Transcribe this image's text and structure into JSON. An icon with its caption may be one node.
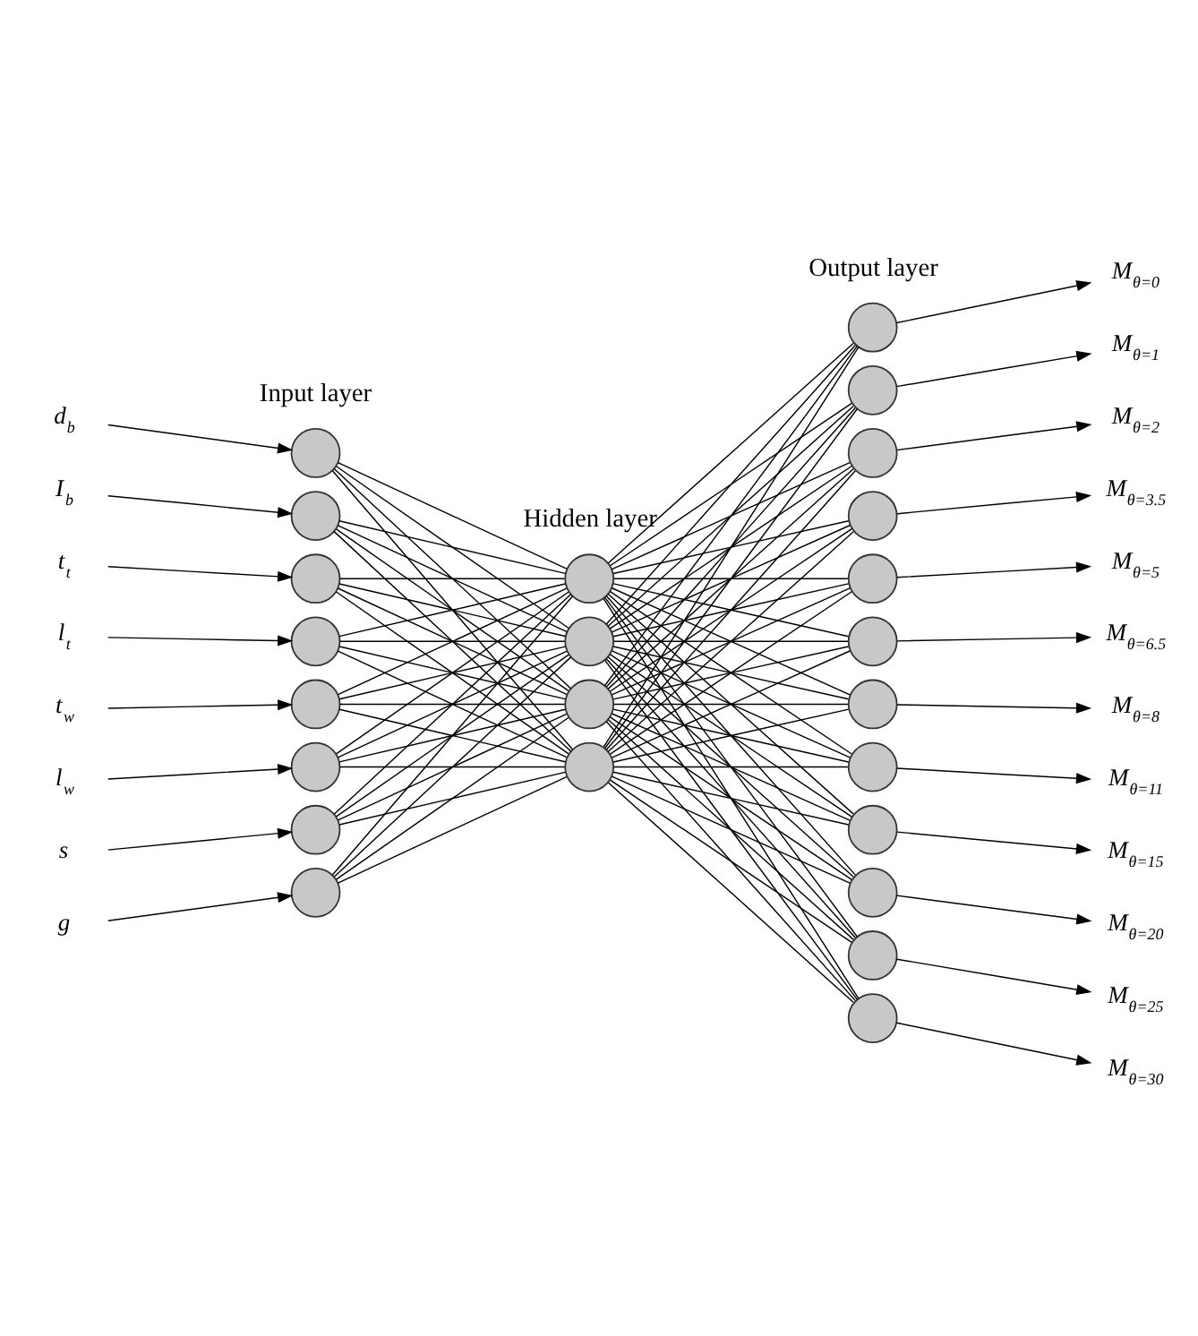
{
  "diagram": {
    "nodes": [
      {
        "text": [
          "d$_{b}$"
        ]
      },
      {
        "text": [
          "I$_{b}$"
        ]
      },
      {
        "text": [
          "t$_{t}$"
        ]
      },
      {
        "text": [
          "l$_{t}$"
        ]
      },
      {
        "text": [
          "t$_{w}$"
        ]
      },
      {
        "text": [
          "l$_{w}$"
        ]
      },
      {
        "text": [
          "s"
        ]
      },
      {
        "text": [
          "g"
        ]
      },
      {
        "text": [],
        "shape": "circle"
      },
      {
        "text": [],
        "shape": "circle"
      },
      {
        "text": [],
        "shape": "circle"
      },
      {
        "text": [],
        "shape": "circle"
      },
      {
        "text": [],
        "shape": "circle"
      },
      {
        "text": [],
        "shape": "circle"
      },
      {
        "text": [],
        "shape": "circle"
      },
      {
        "text": [],
        "shape": "circle"
      },
      {
        "text": [],
        "shape": "circle"
      },
      {
        "text": [],
        "shape": "circle"
      },
      {
        "text": [],
        "shape": "circle"
      },
      {
        "text": [],
        "shape": "circle"
      },
      {
        "text": [],
        "shape": "circle"
      },
      {
        "text": [],
        "shape": "circle"
      },
      {
        "text": [],
        "shape": "circle"
      },
      {
        "text": [],
        "shape": "circle"
      },
      {
        "text": [],
        "shape": "circle"
      },
      {
        "text": [],
        "shape": "circle"
      },
      {
        "text": [],
        "shape": "circle"
      },
      {
        "text": [],
        "shape": "circle"
      },
      {
        "text": [],
        "shape": "circle"
      },
      {
        "text": [],
        "shape": "circle"
      },
      {
        "text": [],
        "shape": "circle"
      },
      {
        "text": [],
        "shape": "circle"
      },
      {
        "text": [
          "M$_{θ=0}$"
        ]
      },
      {
        "text": [
          "M$_{θ=1}$"
        ]
      },
      {
        "text": [
          "M$_{θ=2}$"
        ]
      },
      {
        "text": [
          "M$_{θ=3.5}$"
        ]
      },
      {
        "text": [
          "M$_{θ=5}$"
        ]
      },
      {
        "text": [
          "M$_{θ=6.5}$"
        ]
      },
      {
        "text": [
          "M$_{θ=8}$"
        ]
      },
      {
        "text": [
          "M$_{θ=11}$"
        ]
      },
      {
        "text": [
          "M$_{θ=15}$"
        ]
      },
      {
        "text": [
          "M$_{θ=20}$"
        ]
      },
      {
        "text": [
          "M$_{θ=25}$"
        ]
      },
      {
        "text": [
          "M$_{θ=30}$"
        ]
      }
    ],
    "edges": [
      {
        "from": 0,
        "to": 8,
        "arrow": "to"
      },
      {
        "from": 1,
        "to": 9,
        "arrow": "to"
      },
      {
        "from": 2,
        "to": 10,
        "arrow": "to"
      },
      {
        "from": 3,
        "to": 11,
        "arrow": "to"
      },
      {
        "from": 4,
        "to": 12,
        "arrow": "to"
      },
      {
        "from": 5,
        "to": 13,
        "arrow": "to"
      },
      {
        "from": 6,
        "to": 14,
        "arrow": "to"
      },
      {
        "from": 7,
        "to": 15,
        "arrow": "to"
      },
      {
        "from": 8,
        "to": 16,
        "arrow": "none"
      },
      {
        "from": 8,
        "to": 17,
        "arrow": "none"
      },
      {
        "from": 8,
        "to": 18,
        "arrow": "none"
      },
      {
        "from": 8,
        "to": 19,
        "arrow": "none"
      },
      {
        "from": 9,
        "to": 16,
        "arrow": "none"
      },
      {
        "from": 9,
        "to": 17,
        "arrow": "none"
      },
      {
        "from": 9,
        "to": 18,
        "arrow": "none"
      },
      {
        "from": 9,
        "to": 19,
        "arrow": "none"
      },
      {
        "from": 10,
        "to": 16,
        "arrow": "none"
      },
      {
        "from": 10,
        "to": 17,
        "arrow": "none"
      },
      {
        "from": 10,
        "to": 18,
        "arrow": "none"
      },
      {
        "from": 10,
        "to": 19,
        "arrow": "none"
      },
      {
        "from": 11,
        "to": 16,
        "arrow": "none"
      },
      {
        "from": 11,
        "to": 17,
        "arrow": "none"
      },
      {
        "from": 11,
        "to": 18,
        "arrow": "none"
      },
      {
        "from": 11,
        "to": 19,
        "arrow": "none"
      },
      {
        "from": 12,
        "to": 16,
        "arrow": "none"
      },
      {
        "from": 12,
        "to": 17,
        "arrow": "none"
      },
      {
        "from": 12,
        "to": 18,
        "arrow": "none"
      },
      {
        "from": 12,
        "to": 19,
        "arrow": "none"
      },
      {
        "from": 13,
        "to": 16,
        "arrow": "none"
      },
      {
        "from": 13,
        "to": 17,
        "arrow": "none"
      },
      {
        "from": 13,
        "to": 18,
        "arrow": "none"
      },
      {
        "from": 13,
        "to": 19,
        "arrow": "none"
      },
      {
        "from": 14,
        "to": 16,
        "arrow": "none"
      },
      {
        "from": 14,
        "to": 17,
        "arrow": "none"
      },
      {
        "from": 14,
        "to": 18,
        "arrow": "none"
      },
      {
        "from": 14,
        "to": 19,
        "arrow": "none"
      },
      {
        "from": 15,
        "to": 16,
        "arrow": "none"
      },
      {
        "from": 15,
        "to": 17,
        "arrow": "none"
      },
      {
        "from": 15,
        "to": 18,
        "arrow": "none"
      },
      {
        "from": 15,
        "to": 19,
        "arrow": "none"
      },
      {
        "from": 16,
        "to": 20,
        "arrow": "none"
      },
      {
        "from": 16,
        "to": 21,
        "arrow": "none"
      },
      {
        "from": 16,
        "to": 22,
        "arrow": "none"
      },
      {
        "from": 16,
        "to": 23,
        "arrow": "none"
      },
      {
        "from": 16,
        "to": 24,
        "arrow": "none"
      },
      {
        "from": 16,
        "to": 25,
        "arrow": "none"
      },
      {
        "from": 16,
        "to": 26,
        "arrow": "none"
      },
      {
        "from": 16,
        "to": 27,
        "arrow": "none"
      },
      {
        "from": 16,
        "to": 28,
        "arrow": "none"
      },
      {
        "from": 16,
        "to": 29,
        "arrow": "none"
      },
      {
        "from": 16,
        "to": 30,
        "arrow": "none"
      },
      {
        "from": 16,
        "to": 31,
        "arrow": "none"
      },
      {
        "from": 17,
        "to": 20,
        "arrow": "none"
      },
      {
        "from": 17,
        "to": 21,
        "arrow": "none"
      },
      {
        "from": 17,
        "to": 22,
        "arrow": "none"
      },
      {
        "from": 17,
        "to": 23,
        "arrow": "none"
      },
      {
        "from": 17,
        "to": 24,
        "arrow": "none"
      },
      {
        "from": 17,
        "to": 25,
        "arrow": "none"
      },
      {
        "from": 17,
        "to": 26,
        "arrow": "none"
      },
      {
        "from": 17,
        "to": 27,
        "arrow": "none"
      },
      {
        "from": 17,
        "to": 28,
        "arrow": "none"
      },
      {
        "from": 17,
        "to": 29,
        "arrow": "none"
      },
      {
        "from": 17,
        "to": 30,
        "arrow": "none"
      },
      {
        "from": 17,
        "to": 31,
        "arrow": "none"
      },
      {
        "from": 18,
        "to": 20,
        "arrow": "none"
      },
      {
        "from": 18,
        "to": 21,
        "arrow": "none"
      },
      {
        "from": 18,
        "to": 22,
        "arrow": "none"
      },
      {
        "from": 18,
        "to": 23,
        "arrow": "none"
      },
      {
        "from": 18,
        "to": 24,
        "arrow": "none"
      },
      {
        "from": 18,
        "to": 25,
        "arrow": "none"
      },
      {
        "from": 18,
        "to": 26,
        "arrow": "none"
      },
      {
        "from": 18,
        "to": 27,
        "arrow": "none"
      },
      {
        "from": 18,
        "to": 28,
        "arrow": "none"
      },
      {
        "from": 18,
        "to": 29,
        "arrow": "none"
      },
      {
        "from": 18,
        "to": 30,
        "arrow": "none"
      },
      {
        "from": 18,
        "to": 31,
        "arrow": "none"
      },
      {
        "from": 19,
        "to": 20,
        "arrow": "none"
      },
      {
        "from": 19,
        "to": 21,
        "arrow": "none"
      },
      {
        "from": 19,
        "to": 22,
        "arrow": "none"
      },
      {
        "from": 19,
        "to": 23,
        "arrow": "none"
      },
      {
        "from": 19,
        "to": 24,
        "arrow": "none"
      },
      {
        "from": 19,
        "to": 25,
        "arrow": "none"
      },
      {
        "from": 19,
        "to": 26,
        "arrow": "none"
      },
      {
        "from": 19,
        "to": 27,
        "arrow": "none"
      },
      {
        "from": 19,
        "to": 28,
        "arrow": "none"
      },
      {
        "from": 19,
        "to": 29,
        "arrow": "none"
      },
      {
        "from": 19,
        "to": 30,
        "arrow": "none"
      },
      {
        "from": 19,
        "to": 31,
        "arrow": "none"
      },
      {
        "from": 20,
        "to": 32,
        "arrow": "to"
      },
      {
        "from": 21,
        "to": 33,
        "arrow": "to"
      },
      {
        "from": 22,
        "to": 34,
        "arrow": "to"
      },
      {
        "from": 23,
        "to": 35,
        "arrow": "to"
      },
      {
        "from": 24,
        "to": 36,
        "arrow": "to"
      },
      {
        "from": 25,
        "to": 37,
        "arrow": "to"
      },
      {
        "from": 26,
        "to": 38,
        "arrow": "to"
      },
      {
        "from": 27,
        "to": 39,
        "arrow": "to"
      },
      {
        "from": 28,
        "to": 40,
        "arrow": "to"
      },
      {
        "from": 29,
        "to": 41,
        "arrow": "to"
      },
      {
        "from": 30,
        "to": 42,
        "arrow": "to"
      },
      {
        "from": 31,
        "to": 43,
        "arrow": "to"
      }
    ],
    "labels": [
      "Input layer",
      "Hidden layer",
      "Output layer"
    ]
  }
}
